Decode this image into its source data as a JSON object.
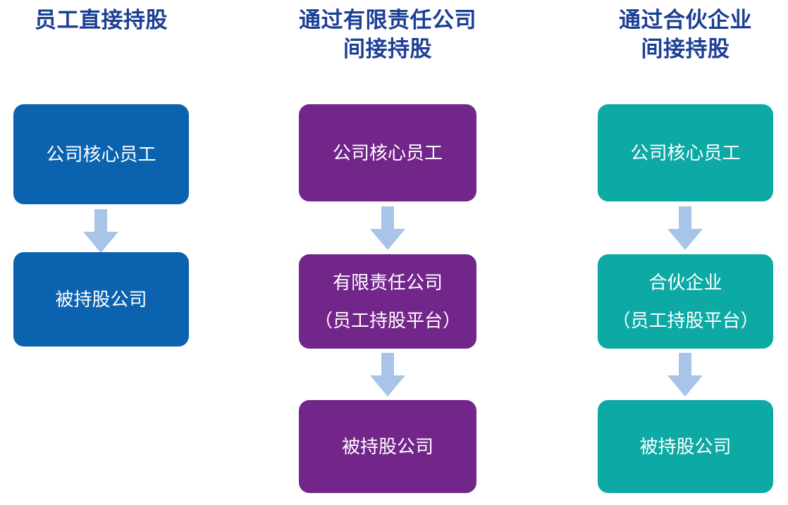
{
  "page": {
    "background_color": "#FFFFFF",
    "title_color": "#1B3F94",
    "arrow_color": "#A8C4E8"
  },
  "columns": [
    {
      "id": "employee-direct-holding",
      "title": "员工直接持股",
      "accent_color": "#0B63B0",
      "nodes": [
        {
          "id": "core-employees",
          "lines": [
            "公司核心员工"
          ]
        },
        {
          "id": "held-company",
          "lines": [
            "被持股公司"
          ]
        }
      ]
    },
    {
      "id": "indirect-via-llc",
      "title": "通过有限责任公司\n间接持股",
      "accent_color": "#72268A",
      "nodes": [
        {
          "id": "core-employees",
          "lines": [
            "公司核心员工"
          ]
        },
        {
          "id": "llc-platform",
          "lines": [
            "有限责任公司",
            "（员工持股平台）"
          ]
        },
        {
          "id": "held-company",
          "lines": [
            "被持股公司"
          ]
        }
      ]
    },
    {
      "id": "indirect-via-partnership",
      "title": "通过合伙企业\n间接持股",
      "accent_color": "#0DA9A4",
      "nodes": [
        {
          "id": "core-employees",
          "lines": [
            "公司核心员工"
          ]
        },
        {
          "id": "partnership-platform",
          "lines": [
            "合伙企业",
            "（员工持股平台）"
          ]
        },
        {
          "id": "held-company",
          "lines": [
            "被持股公司"
          ]
        }
      ]
    }
  ]
}
